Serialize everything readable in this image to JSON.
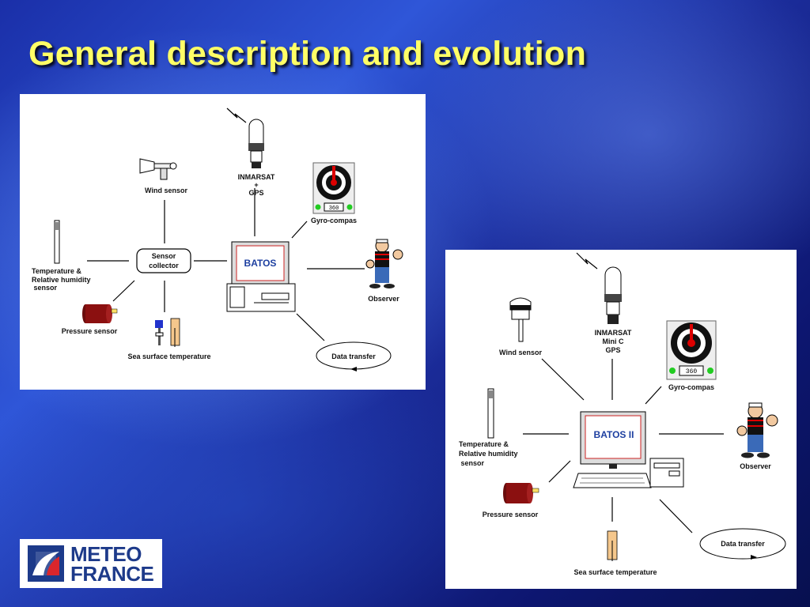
{
  "slide": {
    "title": "General description and evolution"
  },
  "diagram_old": {
    "center": "BATOS",
    "collector": [
      "Sensor",
      "collector"
    ],
    "wind": "Wind sensor",
    "inmarsat": [
      "INMARSAT",
      "+",
      "GPS"
    ],
    "gyro": "Gyro-compas",
    "gyro_readout": "360",
    "temp": [
      "Temperature &",
      "Relative humidity",
      " sensor"
    ],
    "observer": "Observer",
    "pressure": "Pressure sensor",
    "sst": "Sea surface temperature",
    "transfer": "Data transfer"
  },
  "diagram_new": {
    "center": "BATOS II",
    "wind": "Wind sensor",
    "inmarsat": [
      "INMARSAT",
      "Mini C",
      "GPS"
    ],
    "gyro": "Gyro-compas",
    "gyro_readout": "360",
    "temp": [
      "Temperature &",
      "Relative humidity",
      " sensor"
    ],
    "observer": "Observer",
    "pressure": "Pressure sensor",
    "sst": "Sea surface temperature",
    "transfer": "Data transfer"
  },
  "logo": {
    "line1": "METEO",
    "line2": "FRANCE"
  },
  "colors": {
    "title": "#ffff66",
    "batos_text": "#1d3fa0",
    "pressure_red": "#8b1010",
    "logo_blue": "#1d3a8a"
  }
}
